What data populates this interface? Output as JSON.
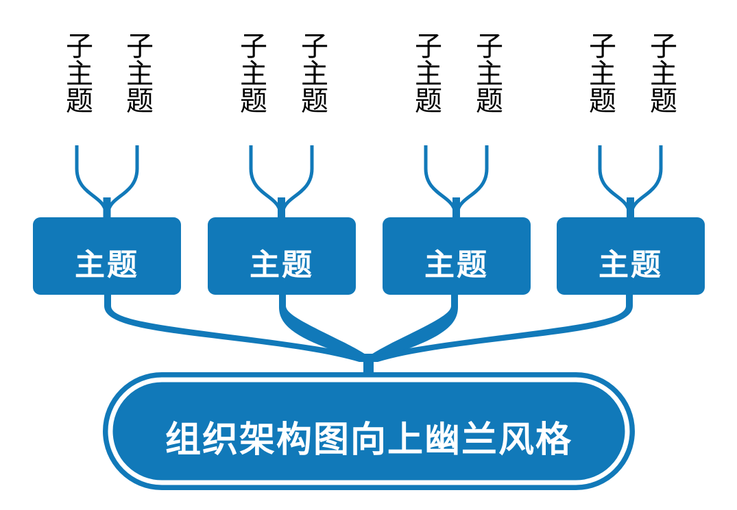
{
  "diagram": {
    "type": "organization-chart-upward",
    "colors": {
      "accent_blue": "#1179B9",
      "node_text": "#FFFFFF",
      "leaf_text": "#000000",
      "background": "#FFFFFF",
      "ring": "#FFFFFF"
    },
    "root": {
      "label": "组织架构图向上幽兰风格",
      "shape": "stadium",
      "fill": "#1179B9",
      "text_color": "#FFFFFF"
    },
    "branches": [
      {
        "topic": {
          "label": "主题",
          "fill": "#1179B9",
          "text_color": "#FFFFFF"
        },
        "subtopics": [
          {
            "label": "子主题"
          },
          {
            "label": "子主题"
          }
        ]
      },
      {
        "topic": {
          "label": "主题",
          "fill": "#1179B9",
          "text_color": "#FFFFFF"
        },
        "subtopics": [
          {
            "label": "子主题"
          },
          {
            "label": "子主题"
          }
        ]
      },
      {
        "topic": {
          "label": "主题",
          "fill": "#1179B9",
          "text_color": "#FFFFFF"
        },
        "subtopics": [
          {
            "label": "子主题"
          },
          {
            "label": "子主题"
          }
        ]
      },
      {
        "topic": {
          "label": "主题",
          "fill": "#1179B9",
          "text_color": "#FFFFFF"
        },
        "subtopics": [
          {
            "label": "子主题"
          },
          {
            "label": "子主题"
          }
        ]
      }
    ]
  }
}
